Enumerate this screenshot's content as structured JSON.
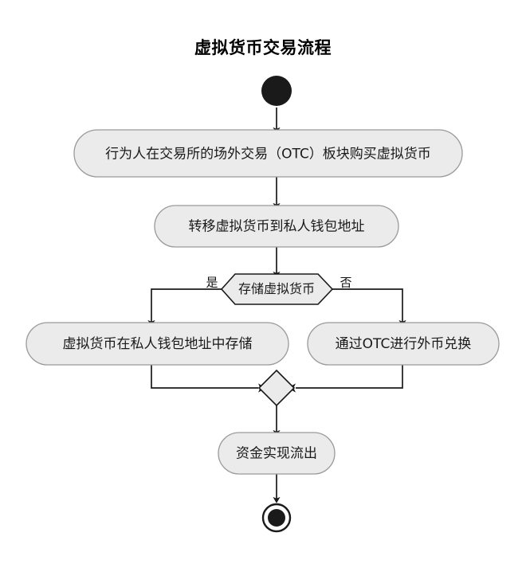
{
  "title": "虚拟货币交易流程",
  "diagram": {
    "type": "flowchart",
    "orientation": "top-to-bottom",
    "nodes": [
      {
        "id": "start",
        "kind": "start-node",
        "label": "",
        "shape": "filled-circle"
      },
      {
        "id": "buy",
        "kind": "process",
        "label": "行为人在交易所的场外交易（OTC）板块购买虚拟货币",
        "shape": "rounded-rect"
      },
      {
        "id": "transfer",
        "kind": "process",
        "label": "转移虚拟货币到私人钱包地址",
        "shape": "rounded-rect"
      },
      {
        "id": "decision",
        "kind": "decision",
        "label": "存储虚拟货币",
        "shape": "hexagon"
      },
      {
        "id": "store",
        "kind": "process",
        "label": "虚拟货币在私人钱包地址中存储",
        "shape": "rounded-rect"
      },
      {
        "id": "exchange",
        "kind": "process",
        "label": "通过OTC进行外币兑换",
        "shape": "rounded-rect"
      },
      {
        "id": "merge",
        "kind": "merge",
        "label": "",
        "shape": "diamond"
      },
      {
        "id": "outflow",
        "kind": "process",
        "label": "资金实现流出",
        "shape": "rounded-rect"
      },
      {
        "id": "end",
        "kind": "end-node",
        "label": "",
        "shape": "bullseye"
      }
    ],
    "branch_labels": {
      "yes": "是",
      "no": "否"
    },
    "colors": {
      "node_fill": "#ebebeb",
      "node_stroke": "#9a9a9a",
      "line": "#1a1a1a",
      "text": "#1a1a1a",
      "background": "#ffffff"
    }
  }
}
